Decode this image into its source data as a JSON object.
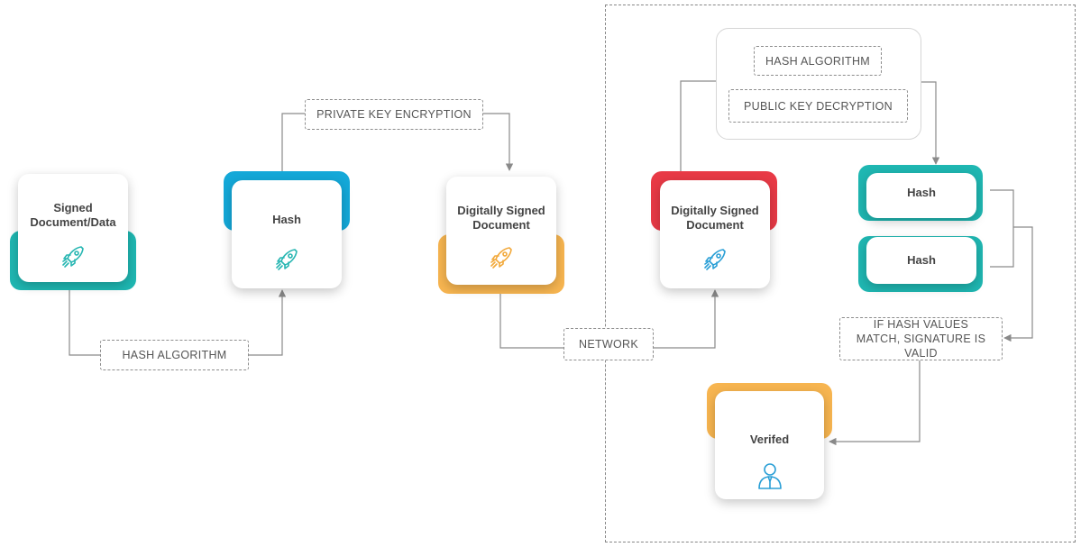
{
  "colors": {
    "teal": "#1fb7b2",
    "blue": "#14a8d8",
    "orange": "#f7b550",
    "red": "#e83a46",
    "icon_teal": "#27b6b2",
    "icon_orange": "#f2a93b",
    "icon_blue": "#2a9fd6",
    "connector": "#8a8a8a"
  },
  "nodes": {
    "signed_document": {
      "title": "Signed Document/Data",
      "icon": "rocket-icon"
    },
    "hash": {
      "title": "Hash",
      "icon": "rocket-icon"
    },
    "digitally_signed_sender": {
      "title": "Digitally Signed Document",
      "icon": "rocket-icon"
    },
    "digitally_signed_receiver": {
      "title": "Digitally Signed Document",
      "icon": "rocket-icon"
    },
    "hash_top": {
      "title": "Hash"
    },
    "hash_bottom": {
      "title": "Hash"
    },
    "verified": {
      "title": "Verifed",
      "icon": "user-icon"
    }
  },
  "labels": {
    "hash_algorithm_left": "HASH ALGORITHM",
    "private_key_encryption": "PRIVATE KEY ENCRYPTION",
    "network": "NETWORK",
    "hash_algorithm_right": "HASH ALGORITHM",
    "public_key_decryption": "PUBLIC KEY DECRYPTION",
    "match_condition": "IF HASH VALUES MATCH, SIGNATURE IS VALID"
  }
}
